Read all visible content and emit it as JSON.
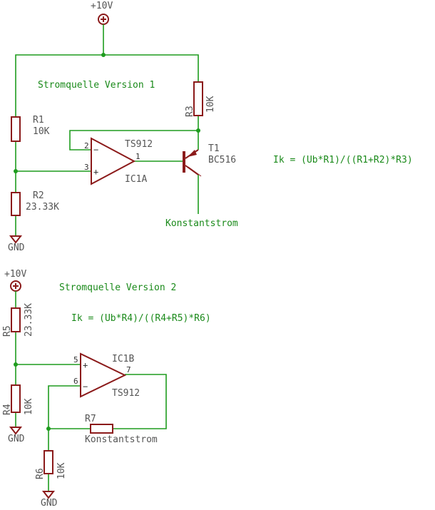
{
  "v1": {
    "title": "Stromquelle Version 1",
    "formula": "Ik = (Ub*R1)/((R1+R2)*R3)",
    "supply": "+10V",
    "gnd": "GND",
    "r1": {
      "name": "R1",
      "value": "10K"
    },
    "r2": {
      "name": "R2",
      "value": "23.33K"
    },
    "r3": {
      "name": "R3",
      "value": "10K"
    },
    "opamp": {
      "name": "IC1A",
      "type": "TS912",
      "pin_inv": "2",
      "pin_noninv": "3",
      "pin_out": "1",
      "sign_inv": "−",
      "sign_noninv": "+"
    },
    "t1": {
      "name": "T1",
      "type": "BC516"
    },
    "output_label": "Konstantstrom"
  },
  "v2": {
    "title": "Stromquelle Version 2",
    "formula": "Ik = (Ub*R4)/((R4+R5)*R6)",
    "supply": "+10V",
    "gnd_left": "GND",
    "gnd_bottom": "GND",
    "r4": {
      "name": "R4",
      "value": "10K"
    },
    "r5": {
      "name": "R5",
      "value": "23.33K"
    },
    "r6": {
      "name": "R6",
      "value": "10K"
    },
    "r7": {
      "name": "R7",
      "value": "Konstantstrom"
    },
    "opamp": {
      "name": "IC1B",
      "type": "TS912",
      "pin_noninv": "5",
      "pin_inv": "6",
      "pin_out": "7",
      "sign_noninv": "+",
      "sign_inv": "−"
    }
  },
  "colors": {
    "wire": "#1e9c1e",
    "part": "#8b1a1a",
    "label": "#1a8a1a",
    "text": "#555555"
  }
}
